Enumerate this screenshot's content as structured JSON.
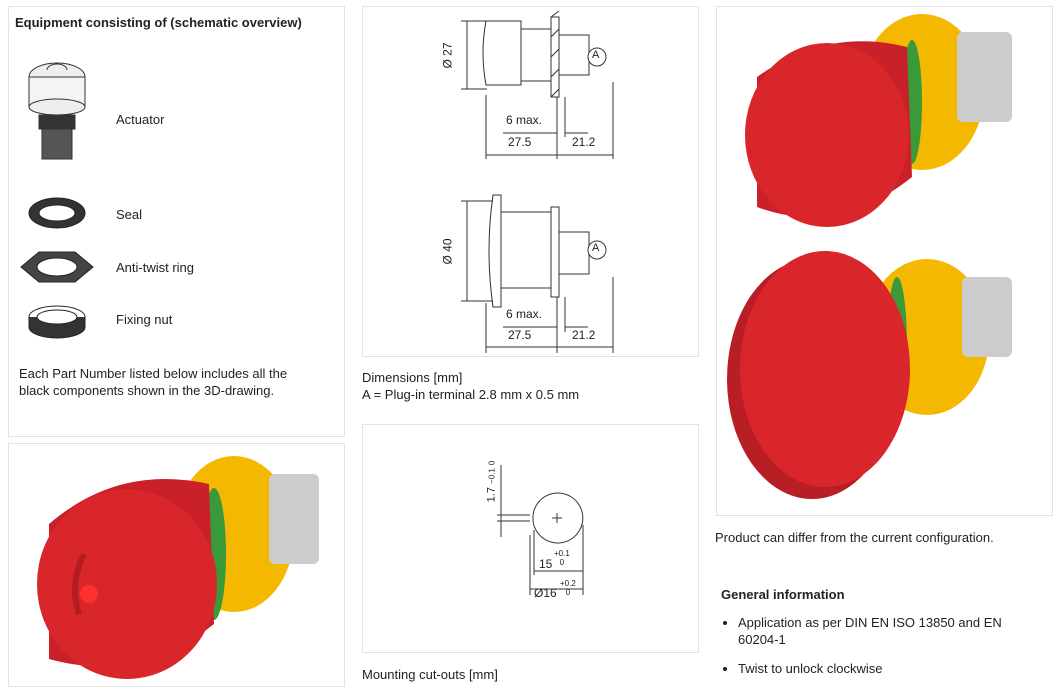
{
  "equipment": {
    "title": "Equipment consisting of (schematic overview)",
    "items": [
      {
        "label": "Actuator",
        "icon": "actuator-icon"
      },
      {
        "label": "Seal",
        "icon": "seal-icon"
      },
      {
        "label": "Anti-twist ring",
        "icon": "anti-twist-ring-icon"
      },
      {
        "label": "Fixing nut",
        "icon": "fixing-nut-icon"
      }
    ],
    "note": "Each Part Number listed below includes all the black components shown in the 3D-drawing."
  },
  "dimensions": {
    "d1": "Ø 27",
    "d2": "Ø 40",
    "max": "6 max.",
    "len1": "27.5",
    "len2": "21.2",
    "terminal": "A",
    "caption1": "Dimensions [mm]",
    "caption2": "A = Plug-in terminal 2.8 mm x 0.5 mm"
  },
  "cutout": {
    "slot": "1.7",
    "slot_tol_top": "0",
    "slot_tol_bottom": "−0.1",
    "w": "15",
    "w_tol_top": "+0.1",
    "w_tol_bottom": "0",
    "d": "Ø16",
    "d_tol_top": "+0.2",
    "d_tol_bottom": "0",
    "caption": "Mounting cut-outs [mm]"
  },
  "product": {
    "caption": "Product can differ from the current configuration."
  },
  "general": {
    "title": "General information",
    "bullets": [
      "Application as per DIN EN ISO 13850 and EN 60204-1",
      "Twist to unlock clockwise"
    ]
  },
  "colors": {
    "red": "#d8262b",
    "yellow": "#f5b800",
    "green": "#3a9a3a"
  }
}
